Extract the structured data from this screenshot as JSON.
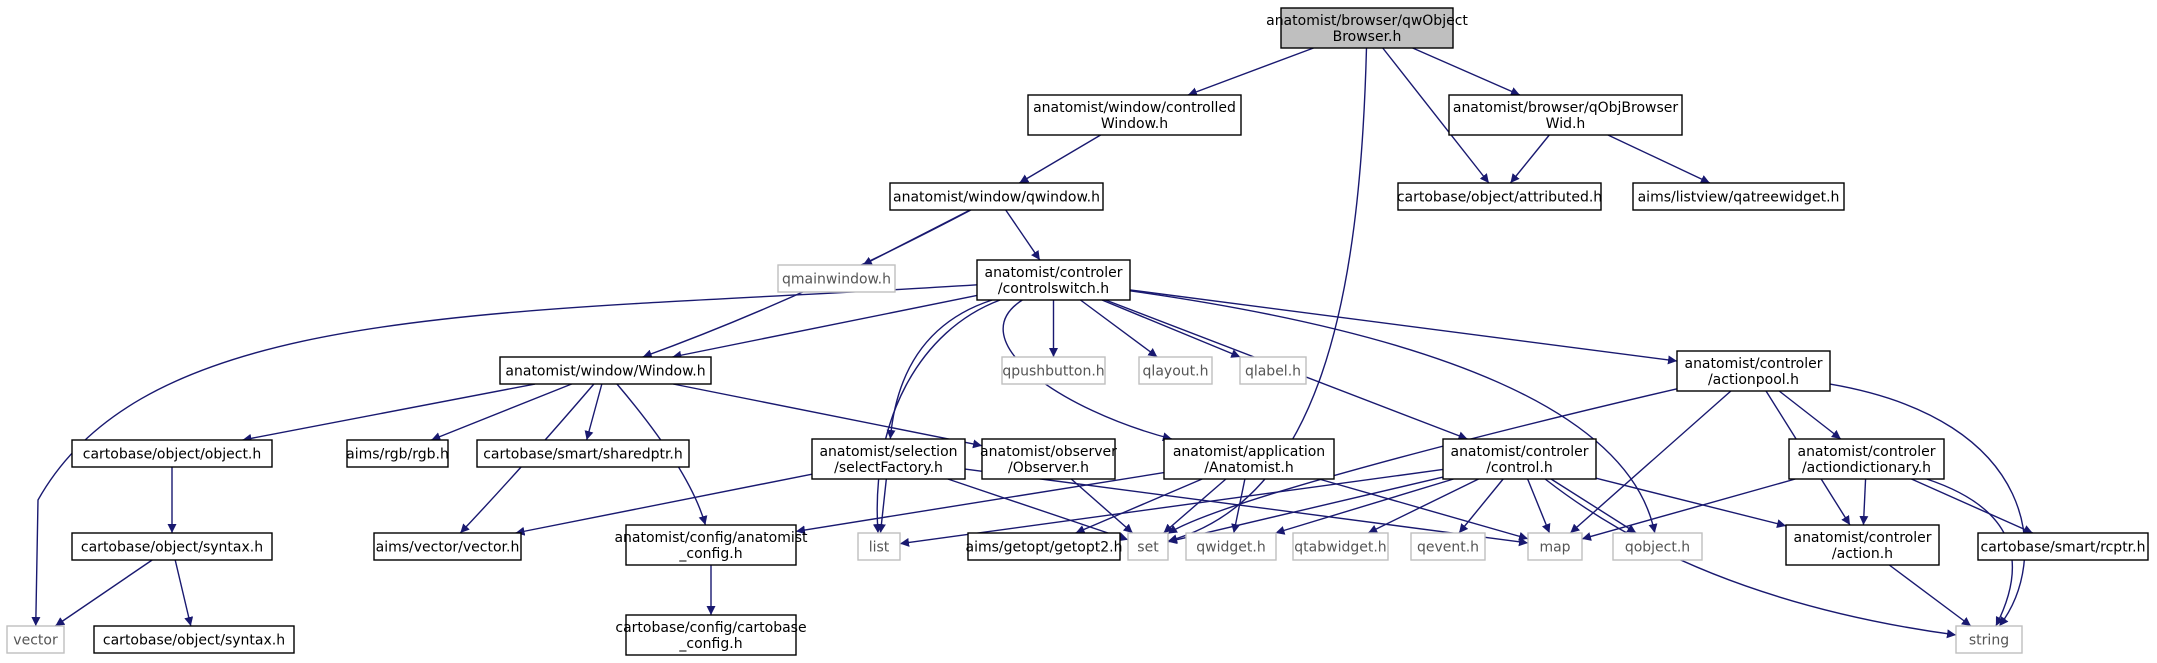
{
  "diagram_title": "",
  "nodes": [
    {
      "id": "root",
      "lines": [
        "anatomist/browser/qwObject",
        "Browser.h"
      ],
      "kind": "root"
    },
    {
      "id": "ctrlwin",
      "lines": [
        "anatomist/window/controlled",
        "Window.h"
      ],
      "kind": "file"
    },
    {
      "id": "qobjbrowser",
      "lines": [
        "anatomist/browser/qObjBrowser",
        "Wid.h"
      ],
      "kind": "file"
    },
    {
      "id": "attributed",
      "lines": [
        "cartobase/object/attributed.h"
      ],
      "kind": "file"
    },
    {
      "id": "qatreewidget",
      "lines": [
        "aims/listview/qatreewidget.h"
      ],
      "kind": "file"
    },
    {
      "id": "qwindow",
      "lines": [
        "anatomist/window/qwindow.h"
      ],
      "kind": "file"
    },
    {
      "id": "qmainwindow",
      "lines": [
        "qmainwindow.h"
      ],
      "kind": "ext"
    },
    {
      "id": "controlswitch",
      "lines": [
        "anatomist/controler",
        "/controlswitch.h"
      ],
      "kind": "file"
    },
    {
      "id": "window",
      "lines": [
        "anatomist/window/Window.h"
      ],
      "kind": "file"
    },
    {
      "id": "qpushbutton",
      "lines": [
        "qpushbutton.h"
      ],
      "kind": "ext"
    },
    {
      "id": "qlayout",
      "lines": [
        "qlayout.h"
      ],
      "kind": "ext"
    },
    {
      "id": "qlabel",
      "lines": [
        "qlabel.h"
      ],
      "kind": "ext"
    },
    {
      "id": "actionpool",
      "lines": [
        "anatomist/controler",
        "/actionpool.h"
      ],
      "kind": "file"
    },
    {
      "id": "object",
      "lines": [
        "cartobase/object/object.h"
      ],
      "kind": "file"
    },
    {
      "id": "rgb",
      "lines": [
        "aims/rgb/rgb.h"
      ],
      "kind": "file"
    },
    {
      "id": "sharedptr",
      "lines": [
        "cartobase/smart/sharedptr.h"
      ],
      "kind": "file"
    },
    {
      "id": "selectfactory",
      "lines": [
        "anatomist/selection",
        "/selectFactory.h"
      ],
      "kind": "file"
    },
    {
      "id": "observer",
      "lines": [
        "anatomist/observer",
        "/Observer.h"
      ],
      "kind": "file"
    },
    {
      "id": "anatomisth",
      "lines": [
        "anatomist/application",
        "/Anatomist.h"
      ],
      "kind": "file"
    },
    {
      "id": "control",
      "lines": [
        "anatomist/controler",
        "/control.h"
      ],
      "kind": "file"
    },
    {
      "id": "actiondictionary",
      "lines": [
        "anatomist/controler",
        "/actiondictionary.h"
      ],
      "kind": "file"
    },
    {
      "id": "syntax",
      "lines": [
        "cartobase/object/syntax.h"
      ],
      "kind": "file"
    },
    {
      "id": "vectorh",
      "lines": [
        "aims/vector/vector.h"
      ],
      "kind": "file"
    },
    {
      "id": "anaconfig",
      "lines": [
        "anatomist/config/anatomist",
        "_config.h"
      ],
      "kind": "file"
    },
    {
      "id": "list",
      "lines": [
        "list"
      ],
      "kind": "ext"
    },
    {
      "id": "getopt",
      "lines": [
        "aims/getopt/getopt2.h"
      ],
      "kind": "file"
    },
    {
      "id": "set",
      "lines": [
        "set"
      ],
      "kind": "ext"
    },
    {
      "id": "qwidget",
      "lines": [
        "qwidget.h"
      ],
      "kind": "ext"
    },
    {
      "id": "qtabwidget",
      "lines": [
        "qtabwidget.h"
      ],
      "kind": "ext"
    },
    {
      "id": "qevent",
      "lines": [
        "qevent.h"
      ],
      "kind": "ext"
    },
    {
      "id": "map",
      "lines": [
        "map"
      ],
      "kind": "ext"
    },
    {
      "id": "qobject",
      "lines": [
        "qobject.h"
      ],
      "kind": "ext"
    },
    {
      "id": "action",
      "lines": [
        "anatomist/controler",
        "/action.h"
      ],
      "kind": "file"
    },
    {
      "id": "rcptr",
      "lines": [
        "cartobase/smart/rcptr.h"
      ],
      "kind": "file"
    },
    {
      "id": "vector",
      "lines": [
        "vector"
      ],
      "kind": "ext"
    },
    {
      "id": "syntax2",
      "lines": [
        "cartobase/object/syntax.h"
      ],
      "kind": "file"
    },
    {
      "id": "cbconfig",
      "lines": [
        "cartobase/config/cartobase",
        "_config.h"
      ],
      "kind": "file"
    },
    {
      "id": "string",
      "lines": [
        "string"
      ],
      "kind": "ext"
    }
  ],
  "edges": [
    {
      "from": "root",
      "to": "ctrlwin"
    },
    {
      "from": "root",
      "to": "set"
    },
    {
      "from": "root",
      "to": "qobjbrowser"
    },
    {
      "from": "root",
      "to": "attributed"
    },
    {
      "from": "ctrlwin",
      "to": "qwindow"
    },
    {
      "from": "qobjbrowser",
      "to": "attributed"
    },
    {
      "from": "qobjbrowser",
      "to": "qatreewidget"
    },
    {
      "from": "qwindow",
      "to": "qmainwindow"
    },
    {
      "from": "qwindow",
      "to": "controlswitch"
    },
    {
      "from": "qwindow",
      "to": "window"
    },
    {
      "from": "controlswitch",
      "to": "window"
    },
    {
      "from": "controlswitch",
      "to": "qpushbutton"
    },
    {
      "from": "controlswitch",
      "to": "qlayout"
    },
    {
      "from": "controlswitch",
      "to": "qlabel"
    },
    {
      "from": "controlswitch",
      "to": "actionpool"
    },
    {
      "from": "controlswitch",
      "to": "vector"
    },
    {
      "from": "controlswitch",
      "to": "list"
    },
    {
      "from": "controlswitch",
      "to": "selectfactory"
    },
    {
      "from": "controlswitch",
      "to": "anatomisth"
    },
    {
      "from": "controlswitch",
      "to": "control"
    },
    {
      "from": "controlswitch",
      "to": "qobject"
    },
    {
      "from": "window",
      "to": "object"
    },
    {
      "from": "window",
      "to": "rgb"
    },
    {
      "from": "window",
      "to": "sharedptr"
    },
    {
      "from": "window",
      "to": "vectorh"
    },
    {
      "from": "window",
      "to": "anaconfig"
    },
    {
      "from": "window",
      "to": "observer"
    },
    {
      "from": "actionpool",
      "to": "set"
    },
    {
      "from": "actionpool",
      "to": "map"
    },
    {
      "from": "actionpool",
      "to": "actiondictionary"
    },
    {
      "from": "actionpool",
      "to": "action"
    },
    {
      "from": "actionpool",
      "to": "string"
    },
    {
      "from": "object",
      "to": "syntax"
    },
    {
      "from": "syntax",
      "to": "vector"
    },
    {
      "from": "syntax",
      "to": "syntax2"
    },
    {
      "from": "selectfactory",
      "to": "vectorh"
    },
    {
      "from": "selectfactory",
      "to": "list"
    },
    {
      "from": "selectfactory",
      "to": "set"
    },
    {
      "from": "selectfactory",
      "to": "map"
    },
    {
      "from": "observer",
      "to": "set"
    },
    {
      "from": "anatomisth",
      "to": "anaconfig"
    },
    {
      "from": "anatomisth",
      "to": "getopt"
    },
    {
      "from": "anatomisth",
      "to": "set"
    },
    {
      "from": "anatomisth",
      "to": "qwidget"
    },
    {
      "from": "anatomisth",
      "to": "map"
    },
    {
      "from": "control",
      "to": "list"
    },
    {
      "from": "control",
      "to": "set"
    },
    {
      "from": "control",
      "to": "qwidget"
    },
    {
      "from": "control",
      "to": "qtabwidget"
    },
    {
      "from": "control",
      "to": "qevent"
    },
    {
      "from": "control",
      "to": "map"
    },
    {
      "from": "control",
      "to": "qobject"
    },
    {
      "from": "control",
      "to": "action"
    },
    {
      "from": "control",
      "to": "string"
    },
    {
      "from": "actiondictionary",
      "to": "map"
    },
    {
      "from": "actiondictionary",
      "to": "action"
    },
    {
      "from": "actiondictionary",
      "to": "rcptr"
    },
    {
      "from": "actiondictionary",
      "to": "string"
    },
    {
      "from": "anaconfig",
      "to": "cbconfig"
    },
    {
      "from": "action",
      "to": "string"
    }
  ]
}
